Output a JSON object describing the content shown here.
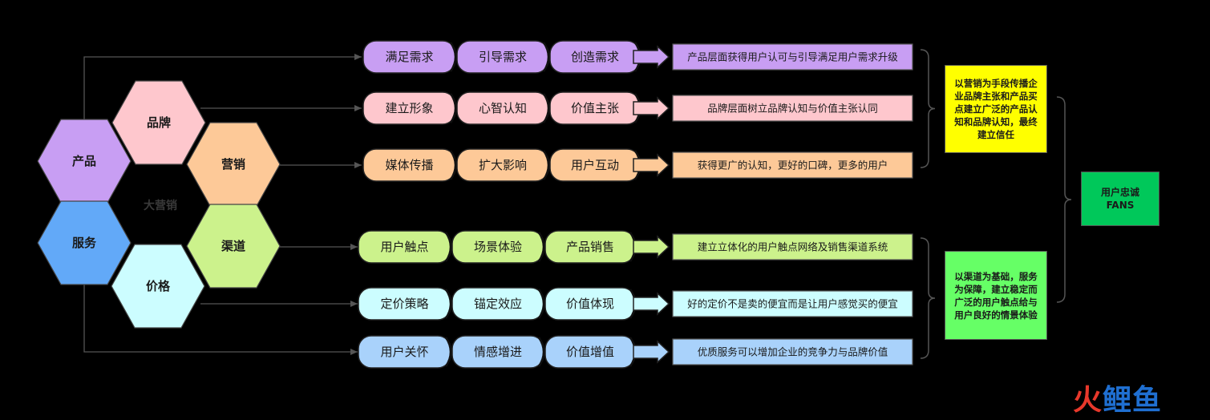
{
  "center_label": "大营销",
  "hexagons": [
    {
      "id": "product",
      "label": "产品",
      "color": "#c89ef3"
    },
    {
      "id": "brand",
      "label": "品牌",
      "color": "#fec7cd"
    },
    {
      "id": "marketing",
      "label": "营销",
      "color": "#fdc998"
    },
    {
      "id": "channel",
      "label": "渠道",
      "color": "#ccf28c"
    },
    {
      "id": "price",
      "label": "价格",
      "color": "#ccfdff"
    },
    {
      "id": "service",
      "label": "服务",
      "color": "#62a9f8"
    }
  ],
  "rows": [
    {
      "color": "#c89ef3",
      "pills": [
        "满足需求",
        "引导需求",
        "创造需求"
      ],
      "result": "产品层面获得用户认可与引导满足用户需求升级"
    },
    {
      "color": "#fec7cd",
      "pills": [
        "建立形象",
        "心智认知",
        "价值主张"
      ],
      "result": "品牌层面树立品牌认知与价值主张认同"
    },
    {
      "color": "#fdc998",
      "pills": [
        "媒体传播",
        "扩大影响",
        "用户互动"
      ],
      "result": "获得更广的认知，更好的口碑，更多的用户"
    },
    {
      "color": "#ccf28c",
      "pills": [
        "用户触点",
        "场景体验",
        "产品销售"
      ],
      "result": "建立立体化的用户触点网络及销售渠道系统"
    },
    {
      "color": "#ccfdff",
      "pills": [
        "定价策略",
        "锚定效应",
        "价值体现"
      ],
      "result": "好的定价不是卖的便宜而是让用户感觉买的便宜"
    },
    {
      "color": "#a9d2fb",
      "pills": [
        "用户关怀",
        "情感增进",
        "价值增值"
      ],
      "result": "优质服务可以增加企业的竞争力与品牌价值"
    }
  ],
  "summaries": [
    {
      "id": "top",
      "text": "以营销为手段传播企业品牌主张和产品买点建立广泛的产品认知和品牌认知，最终建立信任",
      "color": "#ffff00"
    },
    {
      "id": "bottom",
      "text": "以渠道为基础，服务为保障，建立稳定而广泛的用户触点给与用户良好的情景体验",
      "color": "#66ff66"
    }
  ],
  "final": {
    "line1": "用户忠诚",
    "line2": "FANS",
    "color": "#00c85a"
  },
  "watermark": {
    "c1": "火",
    "c2": "鲤",
    "c3": "鱼"
  }
}
